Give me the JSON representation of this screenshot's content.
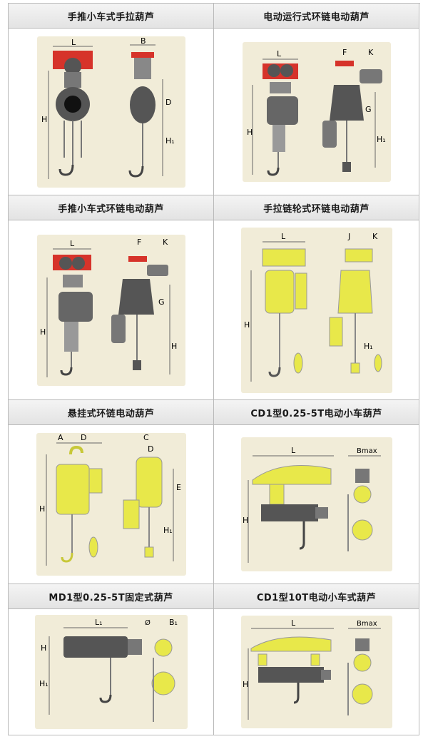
{
  "cells": [
    {
      "title": "手推小车式手拉葫芦"
    },
    {
      "title": "电动运行式环链电动葫芦"
    },
    {
      "title": "手推小车式环链电动葫芦"
    },
    {
      "title": "手拉链轮式环链电动葫芦"
    },
    {
      "title": "悬挂式环链电动葫芦"
    },
    {
      "title": "CD1型0.25-5T电动小车葫芦"
    },
    {
      "title": "MD1型0.25-5T固定式葫芦"
    },
    {
      "title": "CD1型10T电动小车式葫芦"
    }
  ],
  "dims": {
    "L": "L",
    "B": "B",
    "D": "D",
    "H": "H",
    "H1": "H₁",
    "F": "F",
    "K": "K",
    "G": "G",
    "J": "J",
    "A": "A",
    "C": "C",
    "E": "E",
    "Bmax": "Bmax",
    "L1": "L₁",
    "B1": "B₁",
    "phi": "Ø"
  },
  "colors": {
    "paper": "#f1ecd8",
    "yellow": "#e8e84a",
    "red": "#d6332a",
    "grey": "#6b6b6b"
  }
}
